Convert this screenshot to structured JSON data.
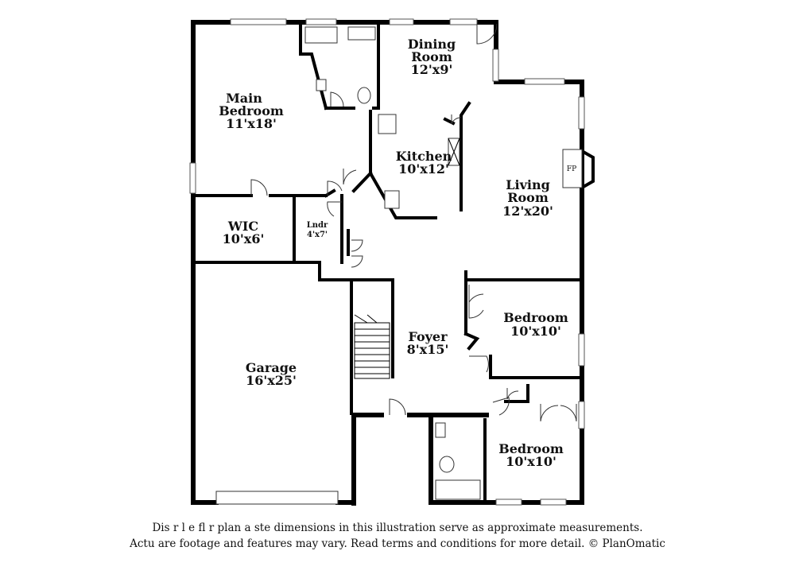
{
  "rooms": {
    "main_bedroom": {
      "name_line1": "Main",
      "name_line2": "Bedroom",
      "size": "11'x18'"
    },
    "dining_room": {
      "name_line1": "Dining",
      "name_line2": "Room",
      "size": "12'x9'"
    },
    "kitchen": {
      "name": "Kitchen",
      "size": "10'x12'"
    },
    "living_room": {
      "name_line1": "Living",
      "name_line2": "Room",
      "size": "12'x20'"
    },
    "fireplace": {
      "label": "FP"
    },
    "wic": {
      "name": "WIC",
      "size": "10'x6'"
    },
    "laundry": {
      "name": "Lndr",
      "size": "4'x7'"
    },
    "bedroom_upper": {
      "name": "Bedroom",
      "size": "10'x10'"
    },
    "foyer": {
      "name": "Foyer",
      "size": "8'x15'"
    },
    "garage": {
      "name": "Garage",
      "size": "16'x25'"
    },
    "bedroom_lower": {
      "name": "Bedroom",
      "size": "10'x10'"
    }
  },
  "disclaimer": {
    "line1": "Dis     r  l  e fl r plan a    ste  dimensions in this illustration serve as approximate measurements.",
    "line2": "Actu    are footage and features may vary. Read terms and conditions for more detail. © PlanOmatic"
  }
}
